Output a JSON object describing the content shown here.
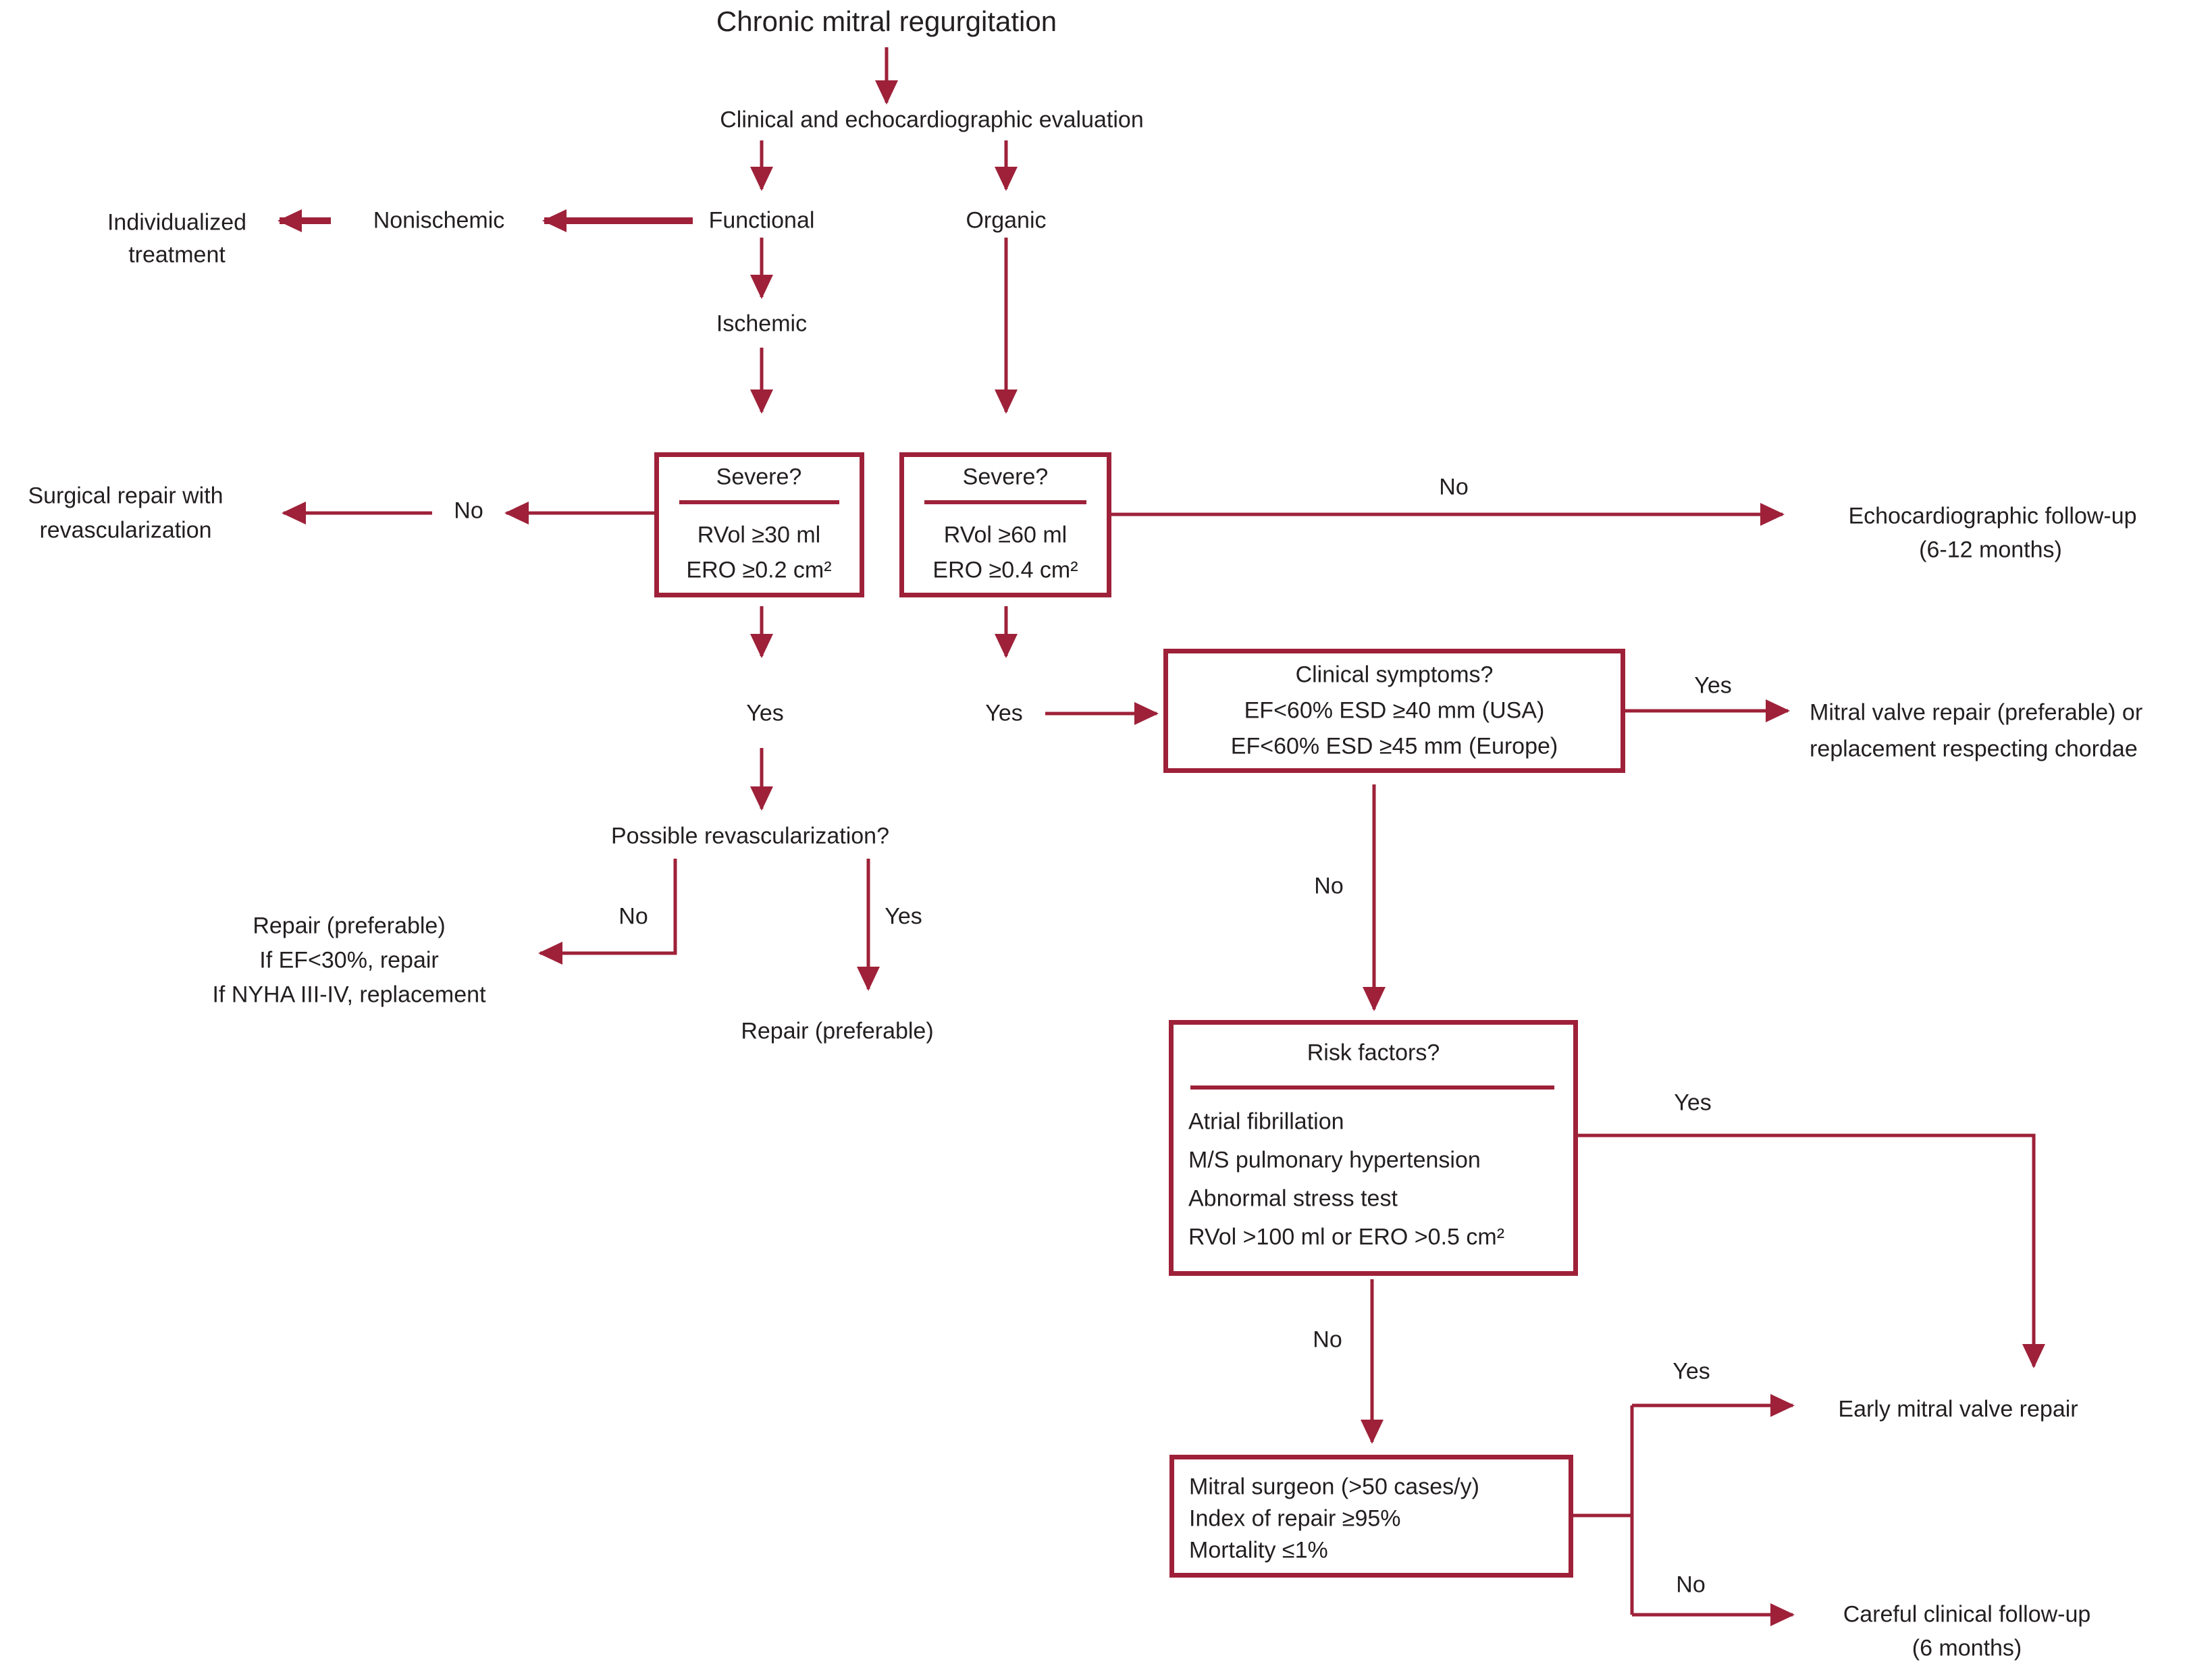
{
  "colors": {
    "accent": "#9e2139",
    "text": "#231f20",
    "background": "#ffffff"
  },
  "flow": {
    "title": "Chronic mitral regurgitation",
    "evaluation": "Clinical and echocardiographic evaluation",
    "functional_label": "Functional",
    "organic_label": "Organic",
    "nonischemic_label": "Nonischemic",
    "ischemic_label": "Ischemic",
    "individualized": {
      "line1": "Individualized",
      "line2": "treatment"
    },
    "surgical_repair": {
      "line1": "Surgical repair with",
      "line2": "revascularization"
    },
    "severe_functional": {
      "title": "Severe?",
      "criterion1": "RVol ≥30 ml",
      "criterion2": "ERO ≥0.2 cm²"
    },
    "severe_organic": {
      "title": "Severe?",
      "criterion1": "RVol ≥60 ml",
      "criterion2": "ERO ≥0.4 cm²"
    },
    "echo_followup": {
      "line1": "Echocardiographic follow-up",
      "line2": "(6-12 months)"
    },
    "clinical_symptoms": {
      "title": "Clinical symptoms?",
      "criterion1": "EF<60% ESD ≥40 mm (USA)",
      "criterion2": "EF<60% ESD ≥45 mm (Europe)"
    },
    "mitral_valve_repair": {
      "line1": "Mitral valve repair (preferable) or",
      "line2": "replacement respecting chordae"
    },
    "possible_revasc": "Possible revascularization?",
    "repair_if_no": {
      "line1": "Repair (preferable)",
      "line2": "If EF<30%, repair",
      "line3": "If NYHA III-IV, replacement"
    },
    "repair_if_yes": "Repair (preferable)",
    "risk_factors": {
      "title": "Risk factors?",
      "items": [
        "Atrial fibrillation",
        "M/S pulmonary hypertension",
        "Abnormal stress test",
        "RVol >100 ml or ERO >0.5 cm²"
      ]
    },
    "mitral_surgeon": {
      "line1": "Mitral surgeon (>50 cases/y)",
      "line2": "Index of repair ≥95%",
      "line3": "Mortality ≤1%"
    },
    "early_repair": "Early mitral valve repair",
    "careful_followup": {
      "line1": "Careful clinical follow-up",
      "line2": "(6 months)"
    },
    "labels": {
      "yes": "Yes",
      "no": "No"
    }
  }
}
